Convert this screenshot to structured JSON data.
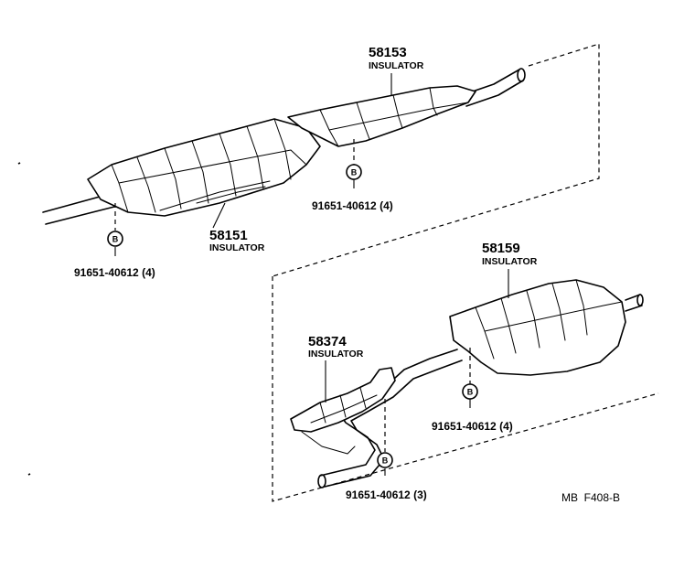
{
  "parts": {
    "insulator_58153": {
      "number": "58153",
      "name": "INSULATOR"
    },
    "insulator_58151": {
      "number": "58151",
      "name": "INSULATOR"
    },
    "insulator_58159": {
      "number": "58159",
      "name": "INSULATOR"
    },
    "insulator_58374": {
      "number": "58374",
      "name": "INSULATOR"
    }
  },
  "bolts": {
    "bolt_left": {
      "letter": "B",
      "code": "91651-40612 (4)"
    },
    "bolt_center": {
      "letter": "B",
      "code": "91651-40612 (4)"
    },
    "bolt_rear": {
      "letter": "B",
      "code": "91651-40612 (4)"
    },
    "bolt_lower": {
      "letter": "B",
      "code": "91651-40612 (3)"
    }
  },
  "diagram_code": "MB  F408-B"
}
